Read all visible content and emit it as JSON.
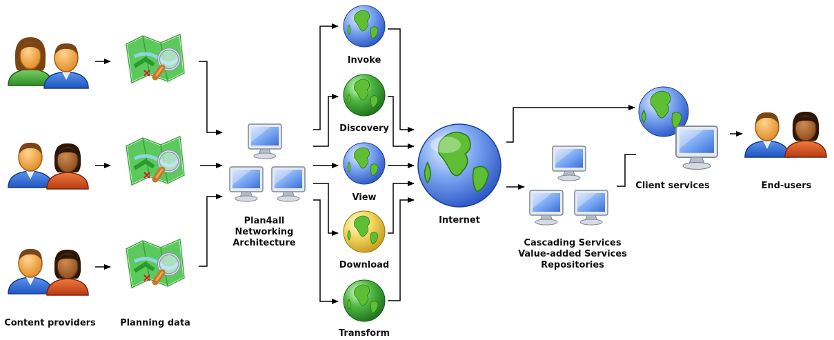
{
  "labels": {
    "content_providers": "Content providers",
    "planning_data": "Planning data",
    "plan4all": [
      "Plan4all",
      "Networking",
      "Architecture"
    ],
    "invoke": "Invoke",
    "discovery": "Discovery",
    "view": "View",
    "download": "Download",
    "transform": "Transform",
    "internet": "Internet",
    "cascading": [
      "Cascading Services",
      "Value-added Services",
      "Repositories"
    ],
    "client_services": "Client services",
    "end_users": "End-users"
  },
  "colors": {
    "globe_blue": "#3d6fd6",
    "globe_green": "#2f9a2f",
    "globe_yellow": "#e8c23a",
    "land_green": "#5fbf34",
    "person_skin": "#f0a33d",
    "person_skin_dark": "#a4602c",
    "shirt_blue": "#2f6ed8",
    "shirt_green": "#3aa82e",
    "shirt_orange": "#d9501f",
    "monitor_screen": "#7fb0ff",
    "map_green": "#5cc95c",
    "arrow": "#000000"
  },
  "icons": [
    "person-group-icon",
    "map-magnifier-icon",
    "network-computers-icon",
    "globe-icon",
    "monitor-icon"
  ]
}
